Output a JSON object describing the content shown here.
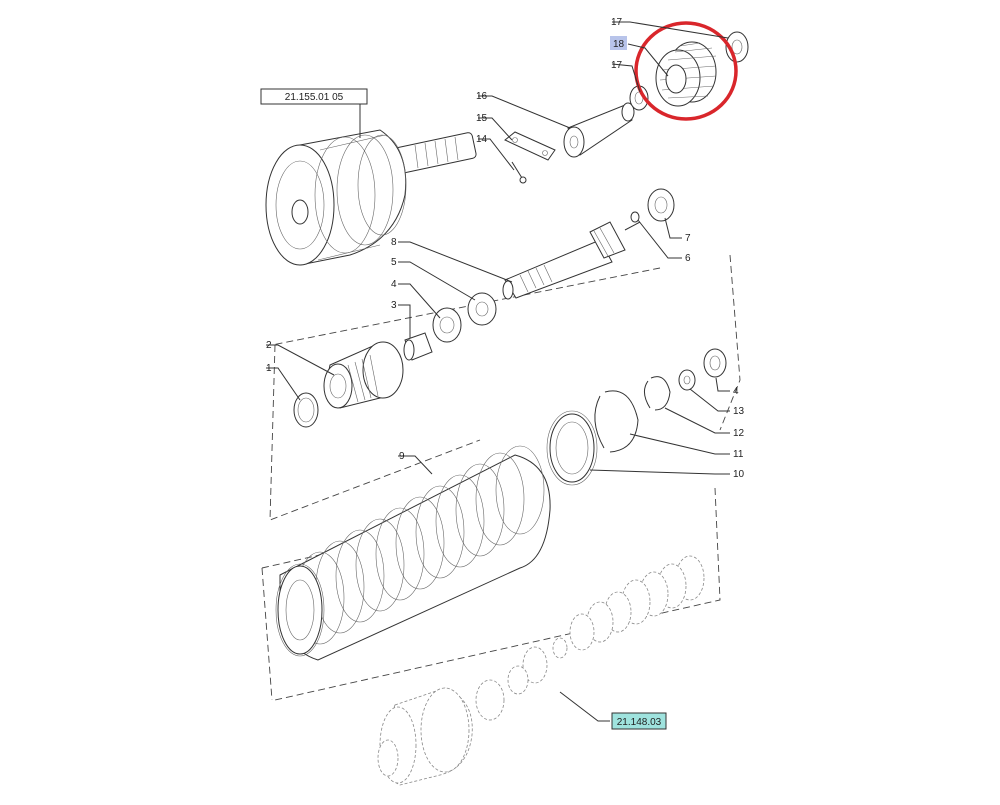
{
  "refs": {
    "ref_top": "21.155.01 05",
    "ref_bottom": "21.148.03"
  },
  "callouts": {
    "c17a": "17",
    "c18": "18",
    "c17b": "17",
    "c16": "16",
    "c15": "15",
    "c14": "14",
    "c8": "8",
    "c5": "5",
    "c4a": "4",
    "c3": "3",
    "c2": "2",
    "c1": "1",
    "c7": "7",
    "c6": "6",
    "c4b": "4",
    "c13": "13",
    "c12": "12",
    "c11": "11",
    "c10": "10",
    "c9": "9"
  },
  "colors": {
    "highlight_circle": "#d9262b",
    "badge_18": "#b8c4ea",
    "badge_ref_bottom": "#9fe3de",
    "line": "#333333"
  }
}
